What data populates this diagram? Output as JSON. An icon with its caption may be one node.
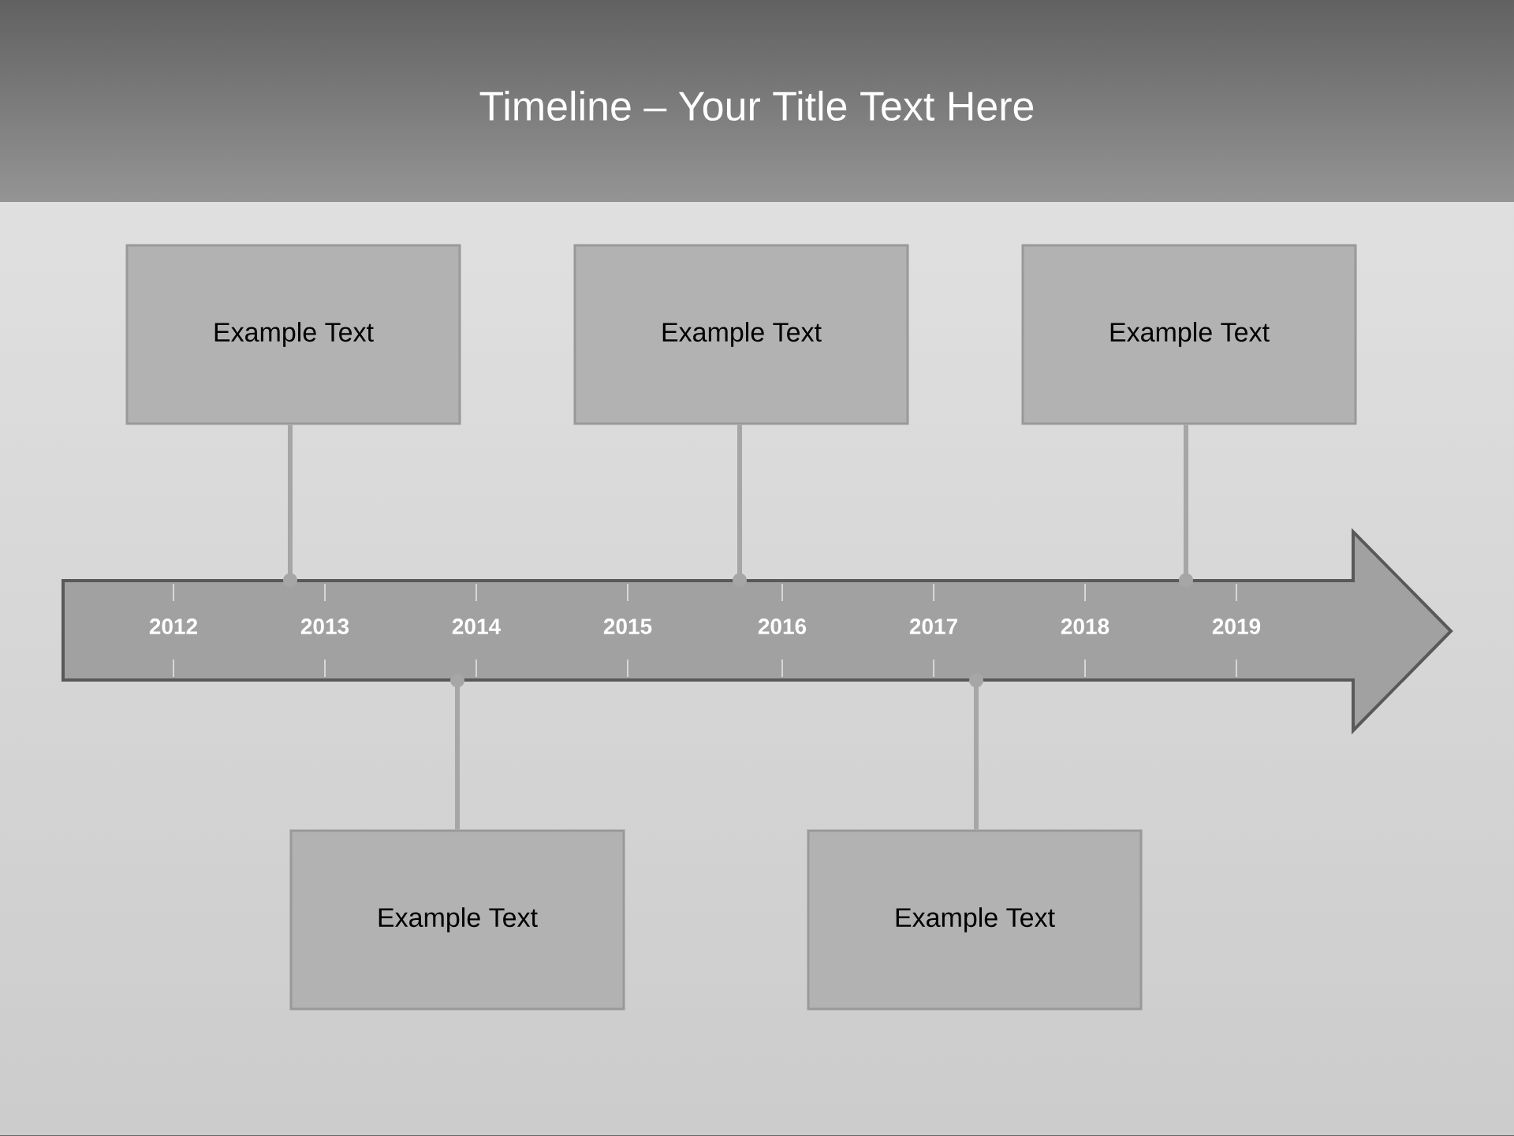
{
  "diagram": {
    "title": "Timeline – Your Title Text Here",
    "nodes": [
      {
        "text": [
          "Example Text"
        ]
      },
      {
        "text": [
          "Example Text"
        ]
      },
      {
        "text": [
          "Example Text"
        ]
      },
      {
        "text": [
          "2012",
          "2013",
          "2014",
          "2015",
          "2016",
          "2017",
          "2018",
          "2019"
        ]
      },
      {
        "text": [
          "Example Text"
        ]
      },
      {
        "text": [
          "Example Text"
        ]
      }
    ],
    "edges": [
      {
        "from": 0,
        "to": 3,
        "arrow": "other"
      },
      {
        "from": 1,
        "to": 3,
        "arrow": "other"
      },
      {
        "from": 2,
        "to": 3,
        "arrow": "other"
      },
      {
        "from": 4,
        "to": 3,
        "arrow": "other"
      },
      {
        "from": 5,
        "to": 3,
        "arrow": "other"
      }
    ]
  }
}
